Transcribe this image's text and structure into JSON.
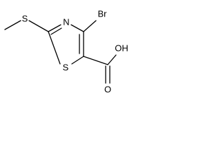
{
  "molecule": {
    "atoms": {
      "s_methyl": "S",
      "n_ring": "N",
      "br": "Br",
      "s_ring": "S",
      "oh": "OH",
      "o_carbonyl": "O"
    },
    "colors": {
      "bond": "#000000",
      "label": "#000000",
      "background": "#ffffff"
    }
  }
}
